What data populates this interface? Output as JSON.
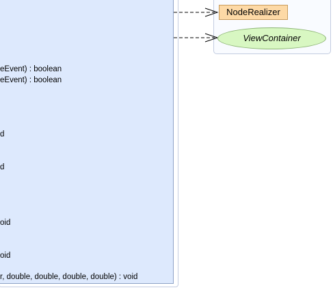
{
  "class_box": {
    "members": [
      "eEvent) : boolean",
      "eEvent) : boolean",
      "d",
      "d",
      "oid",
      "oid",
      "r, double, double, double, double) : void"
    ]
  },
  "nodes": {
    "node_realizer": "NodeRealizer",
    "view_container": "ViewContainer"
  },
  "colors": {
    "class_fill": "#dde9fd",
    "class_border": "#8fa3c7",
    "realizer_fill": "#fdd9a6",
    "container_fill": "#d8f7c2"
  }
}
